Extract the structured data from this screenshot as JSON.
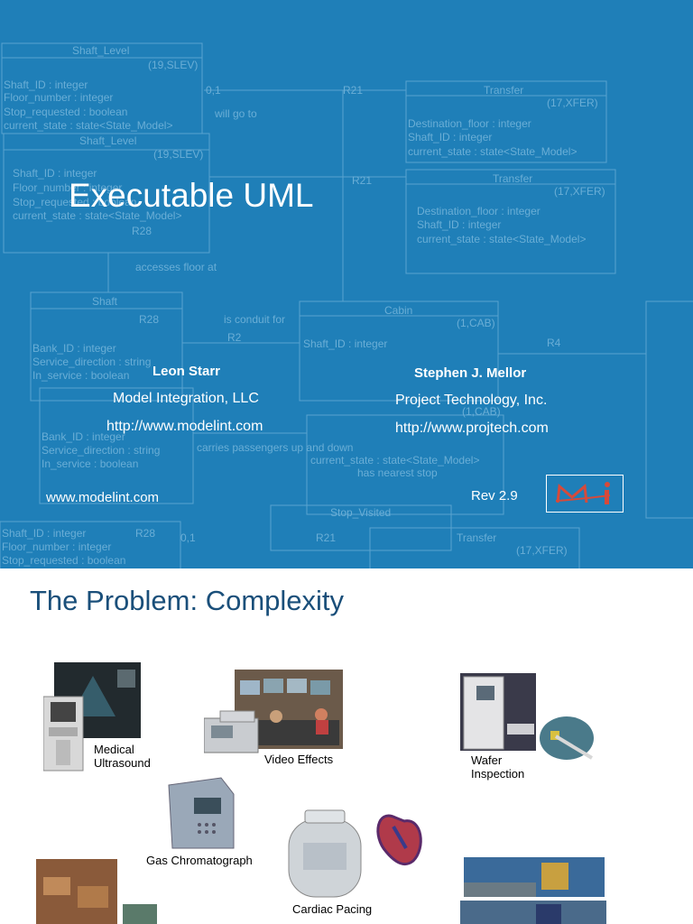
{
  "slide1": {
    "title": "Executable UML",
    "author1": {
      "name": "Leon Starr",
      "org": "Model Integration, LLC",
      "url": "http://www.modelint.com"
    },
    "author2": {
      "name": "Stephen J. Mellor",
      "org": "Project Technology, Inc.",
      "url": "http://www.projtech.com"
    },
    "footer_url": "www.modelint.com",
    "revision": "Rev 2.9",
    "background_text": {
      "shaft_level": "Shaft_Level",
      "slev": "(19,SLEV)",
      "shaft_id": "Shaft_ID : integer",
      "floor_number": "Floor_number : integer",
      "stop_requested": "Stop_requested : boolean",
      "current_state": "current_state : state<State_Model>",
      "transfer": "Transfer",
      "xfer": "(17,XFER)",
      "destination_floor": "Destination_floor : integer",
      "r21": "R21",
      "r28": "R28",
      "r2": "R2",
      "r4": "R4",
      "will_go_to": "will go to",
      "accesses_floor_at": "accesses floor at",
      "is_conduit_for": "is conduit for",
      "shaft": "Shaft",
      "cabin": "Cabin",
      "cab": "(1,CAB)",
      "bank_id": "Bank_ID : integer",
      "service_direction": "Service_direction : string",
      "in_service": "In_service : boolean",
      "carries_passengers": "carries passengers up and down",
      "stop_visited": "Stop_Visited",
      "has_nearest_stop": "has nearest stop",
      "one_one": "0,1"
    },
    "colors": {
      "background": "#1f7fb8",
      "text": "#ffffff",
      "logo_accent": "#d64a3a"
    }
  },
  "slide2": {
    "title": "The Problem: Complexity",
    "captions": {
      "medical_ultrasound_line1": "Medical",
      "medical_ultrasound_line2": "Ultrasound",
      "video_effects": "Video Effects",
      "wafer_inspection_line1": "Wafer",
      "wafer_inspection_line2": "Inspection",
      "gas_chromatograph": "Gas Chromatograph",
      "cardiac_pacing": "Cardiac Pacing"
    },
    "colors": {
      "title": "#1a4f7a"
    }
  }
}
